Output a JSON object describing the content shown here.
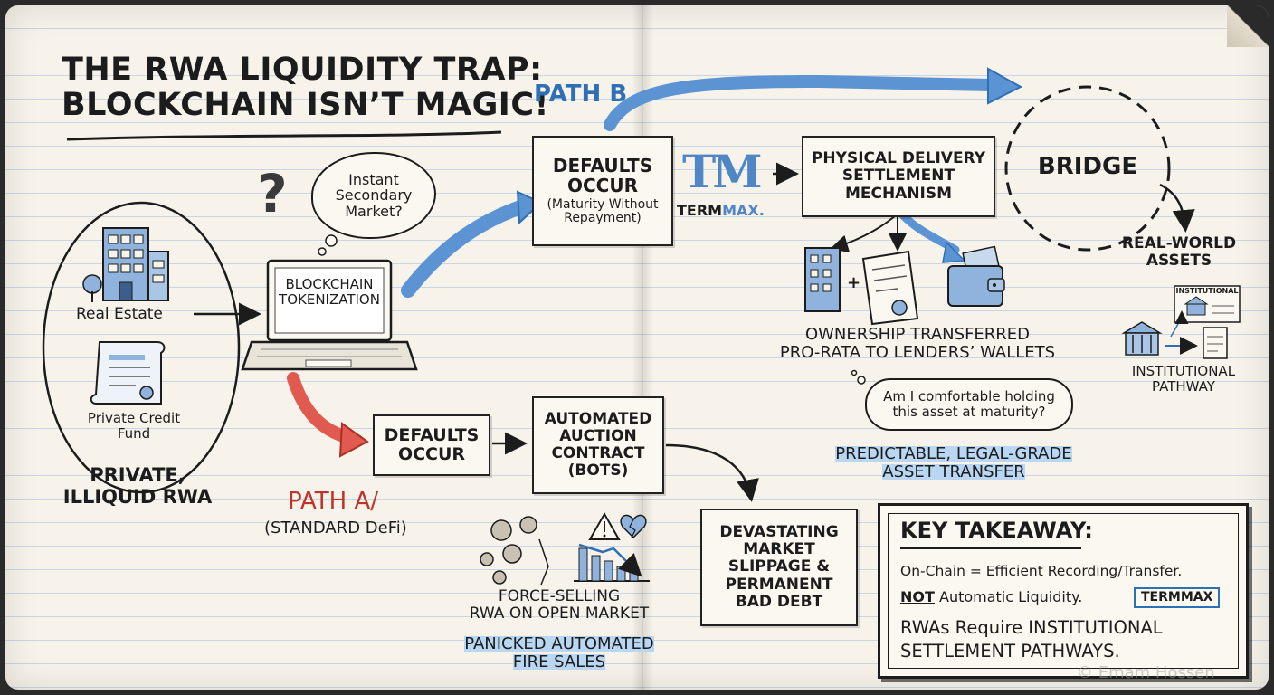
{
  "title": {
    "line1": "THE RWA LIQUIDITY TRAP:",
    "line2": "BLOCKCHAIN ISN’T MAGIC!"
  },
  "left": {
    "real_estate": "Real Estate",
    "private_credit": {
      "line1": "Private Credit",
      "line2": "Fund"
    },
    "caption": {
      "line1": "PRIVATE,",
      "line2": "ILLIQUID RWA"
    }
  },
  "thought": {
    "line1": "Instant",
    "line2": "Secondary",
    "line3": "Market?"
  },
  "question_mark": "?",
  "laptop": {
    "line1": "BLOCKCHAIN",
    "line2": "TOKENIZATION"
  },
  "path_b": {
    "label": "PATH B",
    "defaults": {
      "line1": "DEFAULTS",
      "line2": "OCCUR",
      "line3": "(Maturity Without",
      "line4": "Repayment)"
    },
    "logo_mark": "TM",
    "logo_text_a": "TERM",
    "logo_text_b": "MAX.",
    "settlement": {
      "line1": "PHYSICAL DELIVERY",
      "line2": "SETTLEMENT",
      "line3": "MECHANISM"
    },
    "bridge": "BRIDGE",
    "real_world": {
      "line1": "REAL-WORLD",
      "line2": "ASSETS"
    },
    "institutional_doc": "INSTITUTIONAL",
    "institutional_pathway": {
      "line1": "INSTITUTIONAL",
      "line2": "PATHWAY"
    },
    "ownership": {
      "line1": "OWNERSHIP TRANSFERRED",
      "line2": "PRO-RATA TO LENDERS’ WALLETS"
    },
    "question": {
      "line1": "Am I comfortable holding",
      "line2": "this asset at maturity?"
    },
    "predictable": {
      "line1": "PREDICTABLE, LEGAL-GRADE",
      "line2": "ASSET TRANSFER"
    }
  },
  "path_a": {
    "label": "PATH A/",
    "sublabel": "(STANDARD DeFi)",
    "defaults": {
      "line1": "DEFAULTS",
      "line2": "OCCUR"
    },
    "auction": {
      "line1": "AUTOMATED",
      "line2": "AUCTION",
      "line3": "CONTRACT",
      "line4": "(BOTS)"
    },
    "force_selling": {
      "line1": "FORCE-SELLING",
      "line2": "RWA ON OPEN MARKET"
    },
    "panicked": {
      "line1": "PANICKED AUTOMATED",
      "line2": "FIRE SALES"
    },
    "devastating": {
      "line1": "DEVASTATING",
      "line2": "MARKET",
      "line3": "SLIPPAGE &",
      "line4": "PERMANENT",
      "line5": "BAD DEBT"
    }
  },
  "takeaway": {
    "heading": "KEY TAKEAWAY:",
    "line1": "On-Chain = Efficient Recording/Transfer.",
    "line2_not": "NOT",
    "line2_rest": " Automatic Liquidity.",
    "badge": "TERMMAX",
    "line3": "RWAs Require INSTITUTIONAL",
    "line4": "SETTLEMENT PATHWAYS."
  },
  "watermark": "© Emam Hossen",
  "colors": {
    "blue_arrow": "#5b93d3",
    "red_arrow": "#e05a4f",
    "path_b_text": "#2f6fb5",
    "path_a_text": "#c0332b",
    "highlight": "#b9d7f2",
    "ink": "#1c1c1c"
  }
}
